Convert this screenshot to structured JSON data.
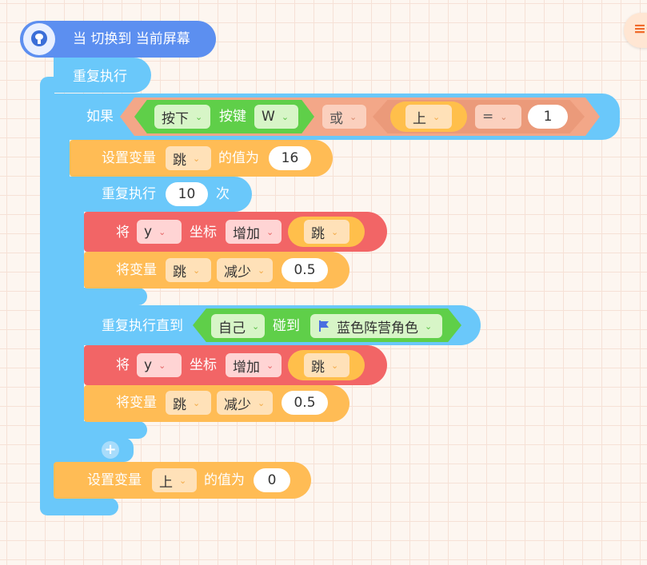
{
  "colors": {
    "event": "#5c8ff0",
    "control": "#6ac8fa",
    "variable": "#ffbc55",
    "motion": "#f26566",
    "sensing_green": "#5fcf49",
    "operator": "#f1a07f"
  },
  "event_block": {
    "label": "当 切换到 当前屏幕",
    "icon": "screen-icon"
  },
  "forever": {
    "label": "重复执行"
  },
  "if_block": {
    "label": "如果",
    "key_op": {
      "press_label": "按下",
      "key_label": "按键",
      "key_value": "W"
    },
    "or_label": "或",
    "compare": {
      "var_value": "上",
      "op_value": "=",
      "rhs": "1"
    }
  },
  "set_jump": {
    "prefix": "设置变量",
    "var": "跳",
    "suffix": "的值为",
    "value": "16"
  },
  "repeat_n": {
    "label": "重复执行",
    "times": "10",
    "unit": "次"
  },
  "move_y_1": {
    "prefix": "将",
    "axis": "y",
    "label": "坐标",
    "action": "增加",
    "var": "跳"
  },
  "change_jump_1": {
    "prefix": "将变量",
    "var": "跳",
    "action": "减少",
    "value": "0.5"
  },
  "repeat_until": {
    "label": "重复执行直到",
    "target": "自己",
    "touch_label": "碰到",
    "object": "蓝色阵营角色",
    "flag_icon": "flag-icon"
  },
  "move_y_2": {
    "prefix": "将",
    "axis": "y",
    "label": "坐标",
    "action": "增加",
    "var": "跳"
  },
  "change_jump_2": {
    "prefix": "将变量",
    "var": "跳",
    "action": "减少",
    "value": "0.5"
  },
  "add_icon": "plus-icon",
  "set_up": {
    "prefix": "设置变量",
    "var": "上",
    "suffix": "的值为",
    "value": "0"
  },
  "corner_button": {
    "label": "≡C"
  }
}
